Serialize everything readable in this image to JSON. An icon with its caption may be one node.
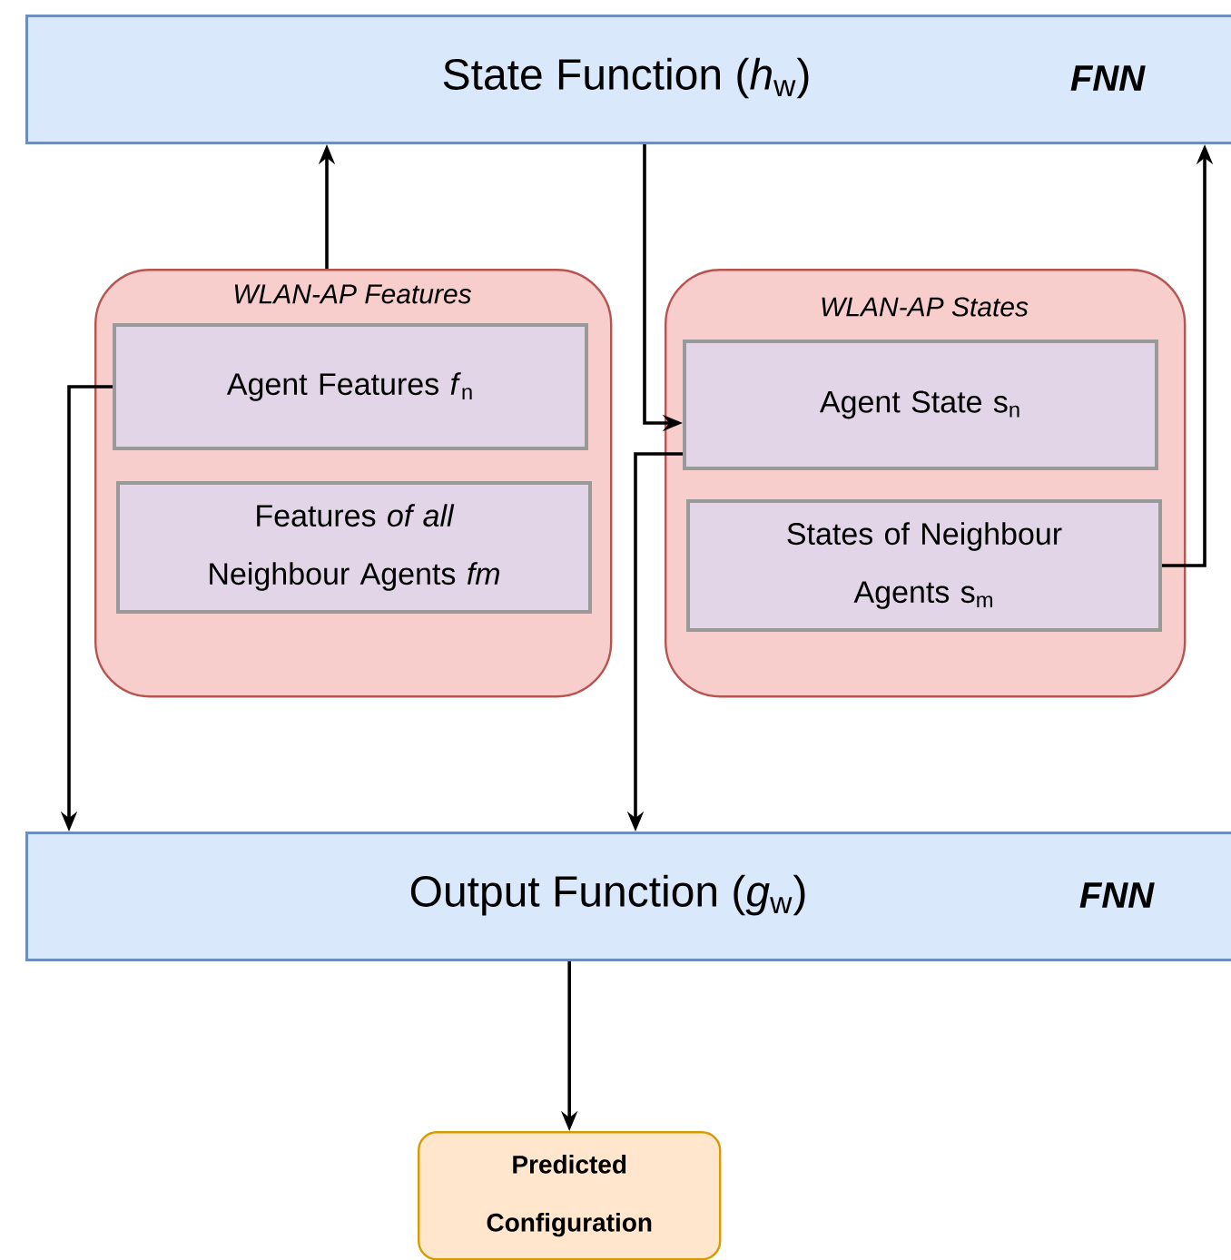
{
  "diagram": {
    "nodes": [
      {
        "text": [
          "State Function (*h*$_{w}$)",
          "FNN"
        ]
      },
      {
        "text": [
          "WLAN-AP Features"
        ]
      },
      {
        "text": [
          "Agent Features  *f*$_{n}$"
        ],
        "in": 1
      },
      {
        "text": [
          "Features  *of all* Neighbour Agents *fm*"
        ],
        "in": 1
      },
      {
        "text": [
          "WLAN-AP States"
        ]
      },
      {
        "text": [
          "Agent State  s$_{n}$"
        ],
        "in": 4
      },
      {
        "text": [
          "States of Neighbour Agents s$_{m}$"
        ],
        "in": 4
      },
      {
        "text": [
          "Output Function (*g*$_{w}$)",
          "FNN"
        ]
      },
      {
        "text": [
          "Predicted Configuration"
        ]
      }
    ],
    "edges": [
      {
        "from": 1,
        "to": 0,
        "arrow": "to"
      },
      {
        "from": 0,
        "to": 5,
        "arrow": "to"
      },
      {
        "from": 6,
        "to": 0,
        "arrow": "to"
      },
      {
        "from": 2,
        "to": 7,
        "arrow": "to"
      },
      {
        "from": 5,
        "to": 7,
        "arrow": "to"
      },
      {
        "from": 7,
        "to": 8,
        "arrow": "to"
      }
    ]
  }
}
